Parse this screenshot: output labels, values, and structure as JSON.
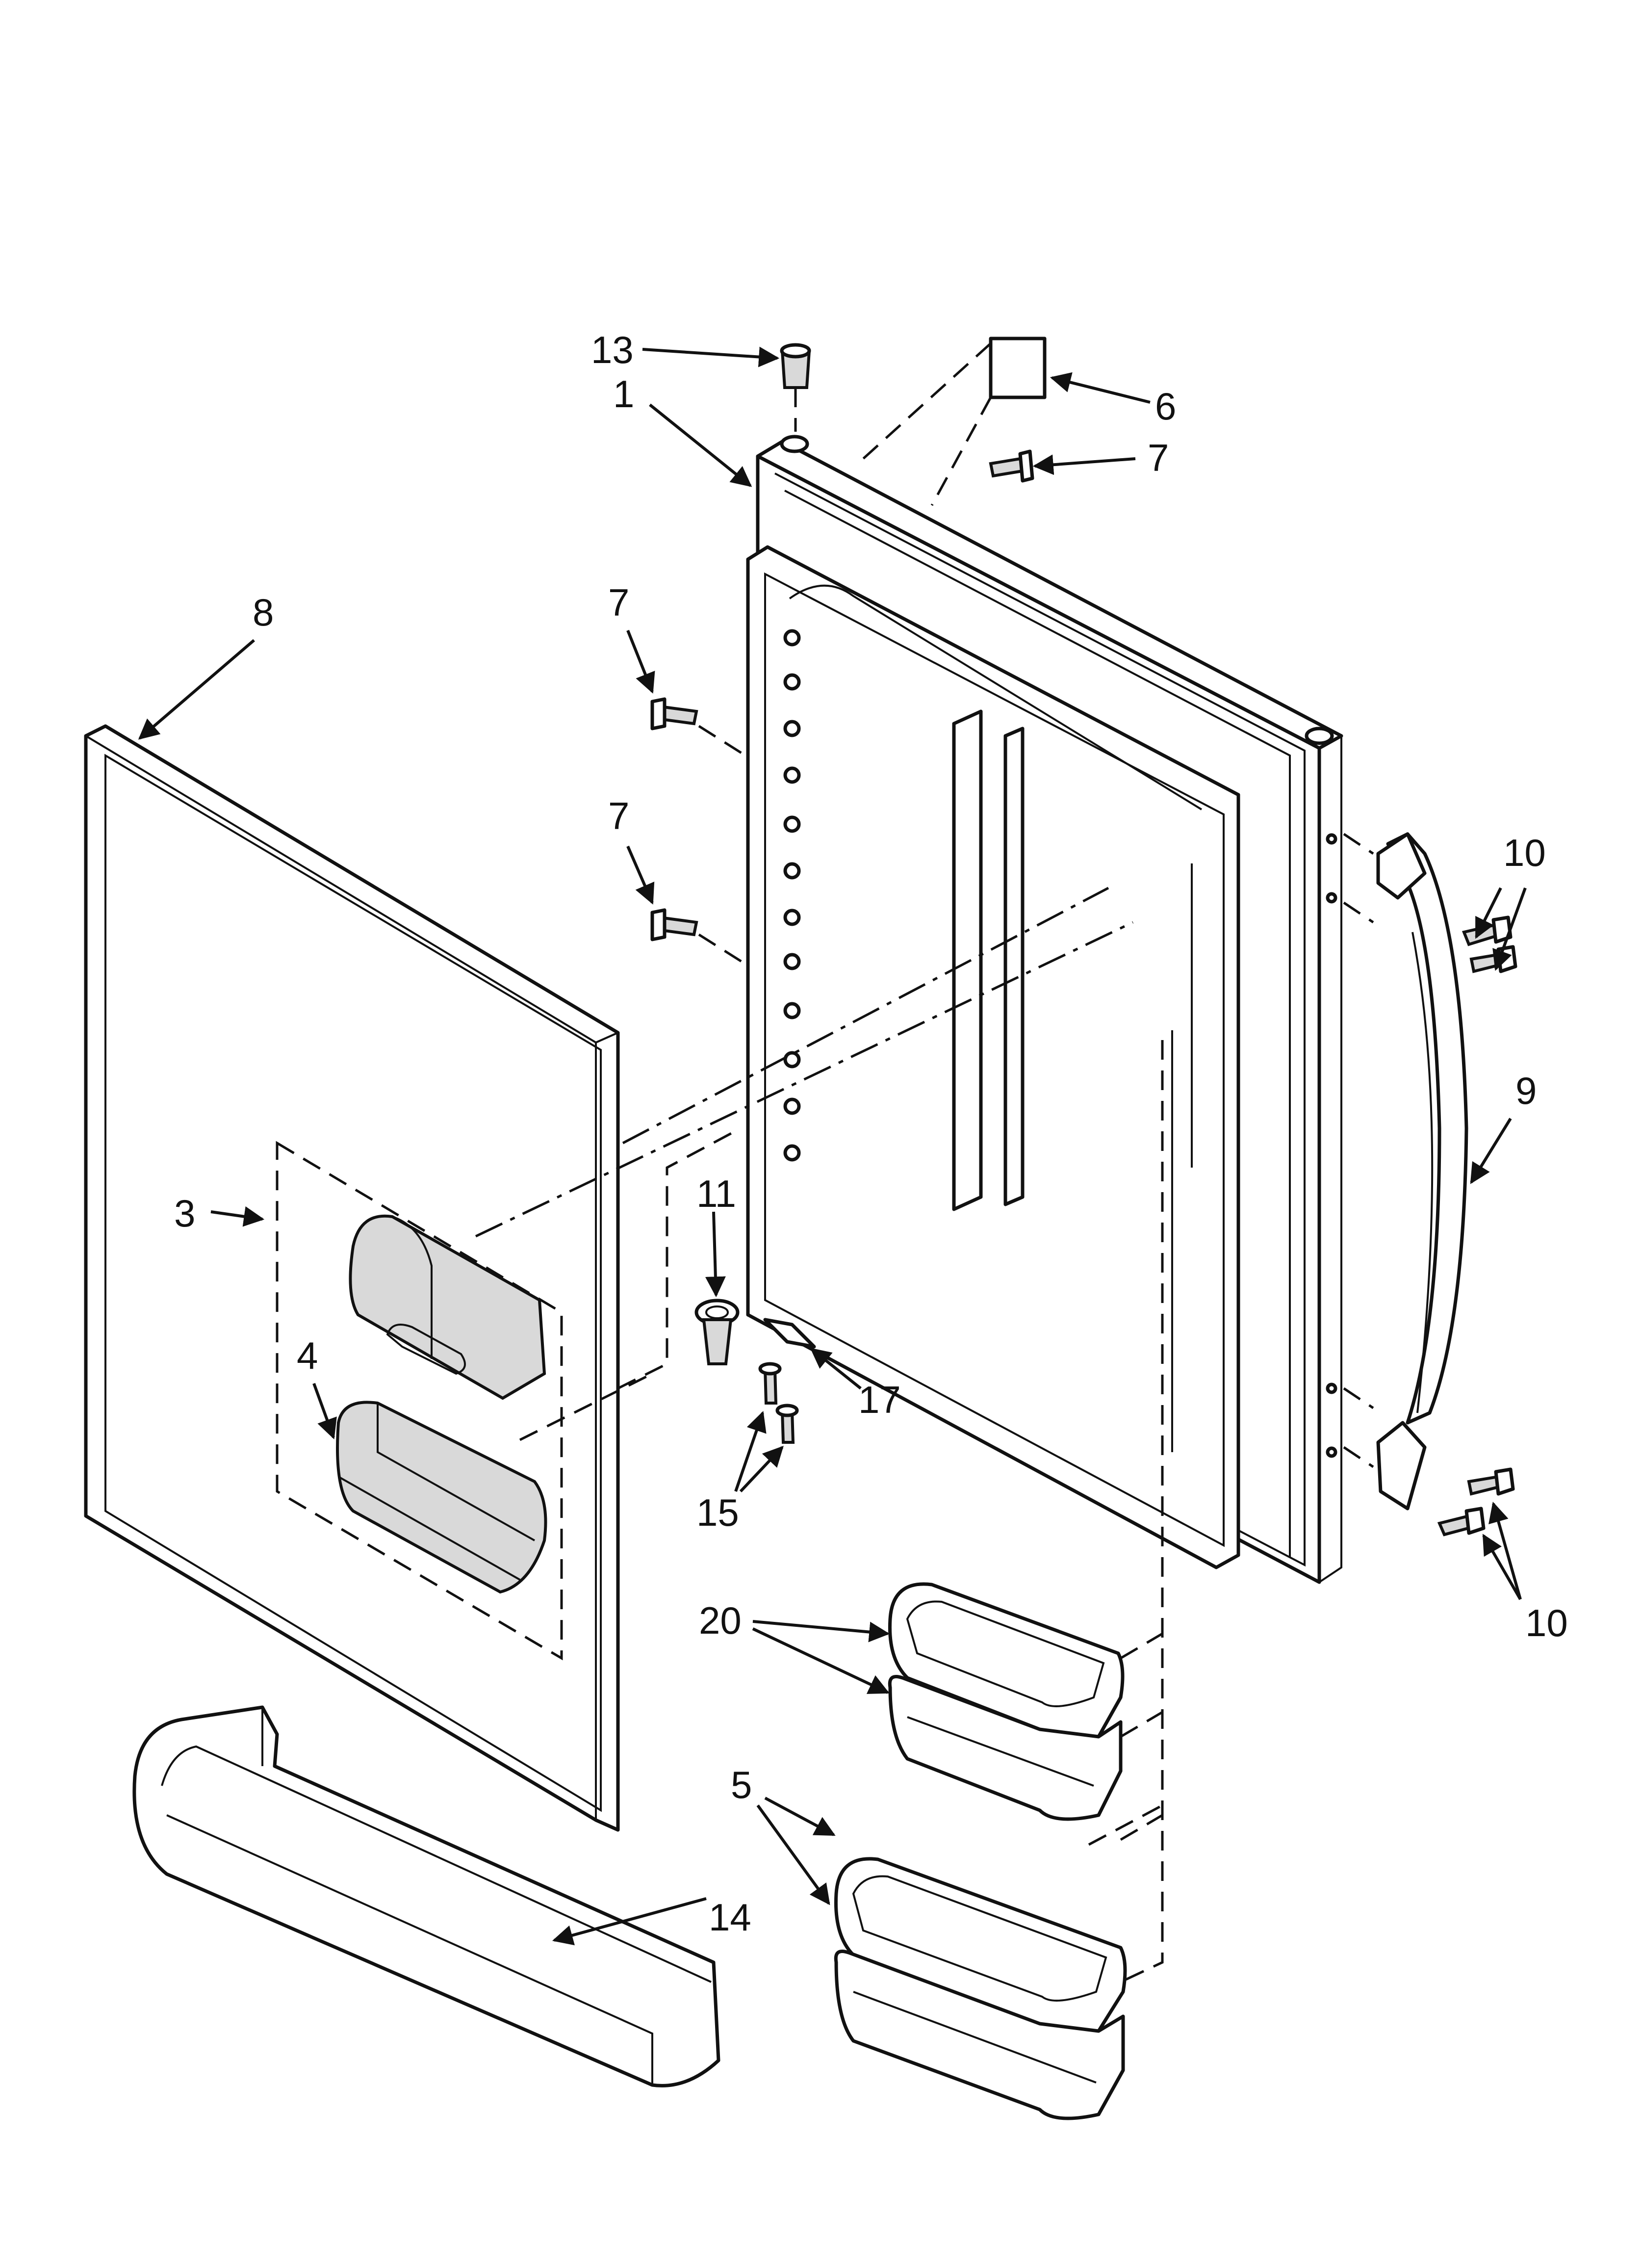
{
  "callouts": {
    "c1": "1",
    "c3": "3",
    "c4": "4",
    "c5": "5",
    "c6": "6",
    "c7a": "7",
    "c7b": "7",
    "c7c": "7",
    "c8": "8",
    "c9": "9",
    "c10a": "10",
    "c10b": "10",
    "c11": "11",
    "c13": "13",
    "c14": "14",
    "c15": "15",
    "c17": "17",
    "c20": "20"
  },
  "colors": {
    "line": "#111111",
    "background": "#ffffff",
    "shading": "#d9d9d9"
  }
}
